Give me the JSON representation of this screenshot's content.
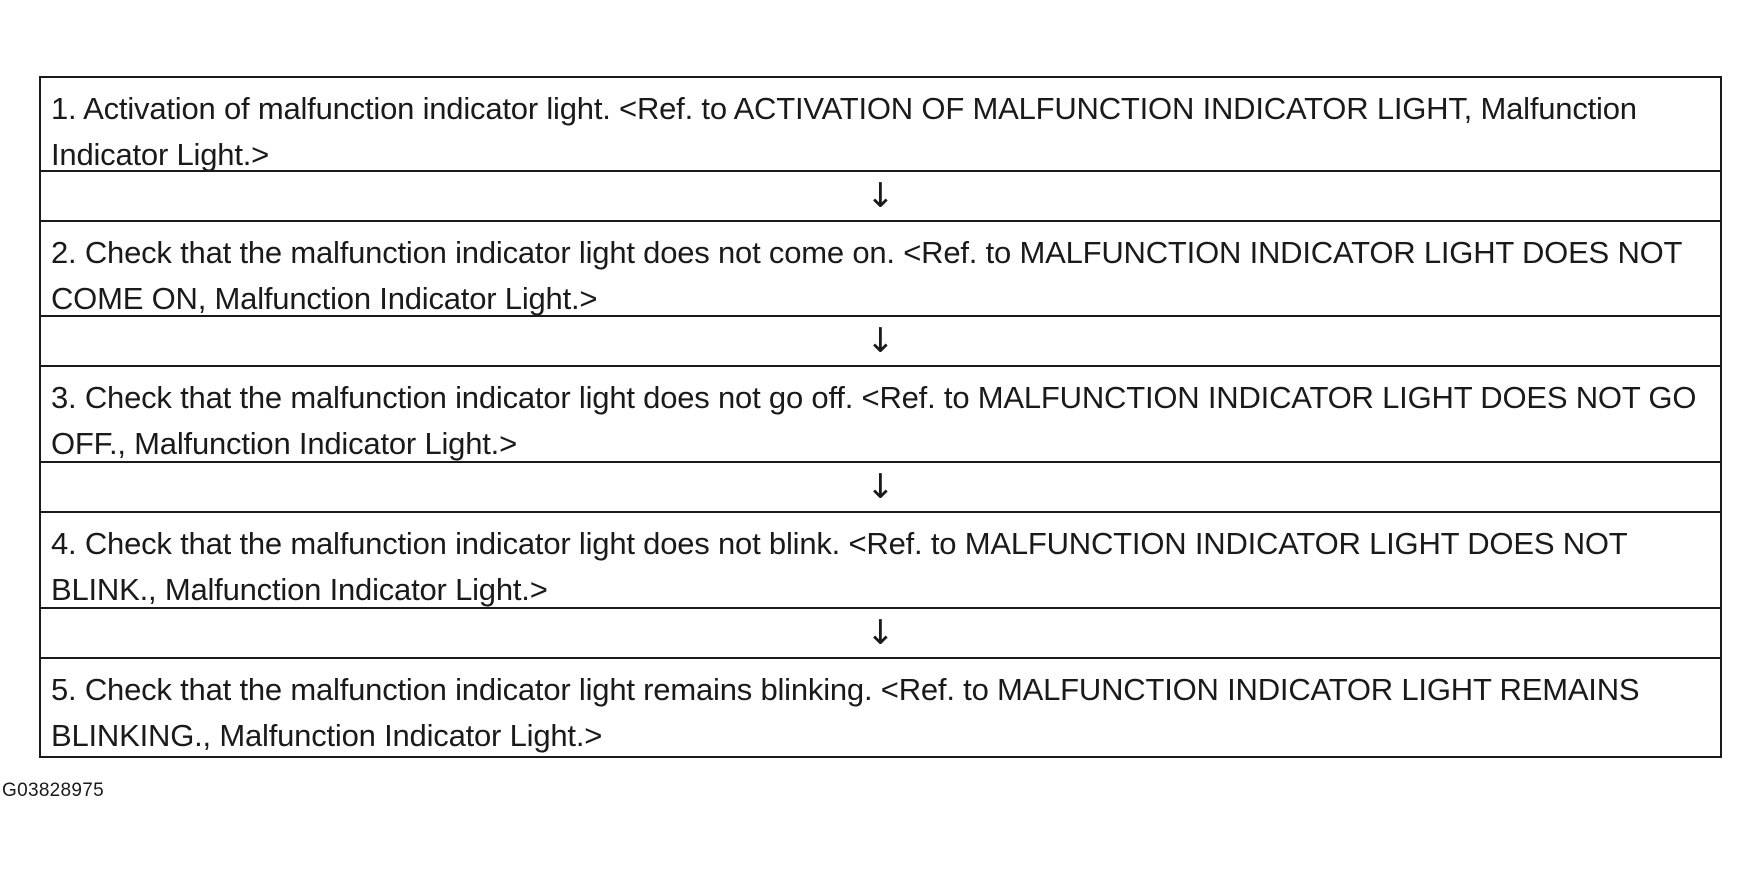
{
  "flowchart": {
    "steps": [
      {
        "text": "1. Activation of malfunction indicator light. <Ref. to ACTIVATION OF MALFUNCTION INDICATOR LIGHT, Malfunction Indicator Light.>"
      },
      {
        "text": "2. Check that the malfunction indicator light does not come on. <Ref. to MALFUNCTION INDICATOR LIGHT DOES NOT COME ON, Malfunction Indicator Light.>"
      },
      {
        "text": "3. Check that the malfunction indicator light does not go off. <Ref. to MALFUNCTION INDICATOR LIGHT DOES NOT GO OFF., Malfunction Indicator Light.>"
      },
      {
        "text": "4. Check that the malfunction indicator light does not blink. <Ref. to MALFUNCTION INDICATOR LIGHT DOES NOT BLINK., Malfunction Indicator Light.>"
      },
      {
        "text": "5. Check that the malfunction indicator light remains blinking. <Ref. to MALFUNCTION INDICATOR LIGHT REMAINS BLINKING., Malfunction Indicator Light.>"
      }
    ],
    "arrow_glyph": "↓",
    "arrow_icon": "down-arrow-icon"
  },
  "figure_id": "G03828975"
}
